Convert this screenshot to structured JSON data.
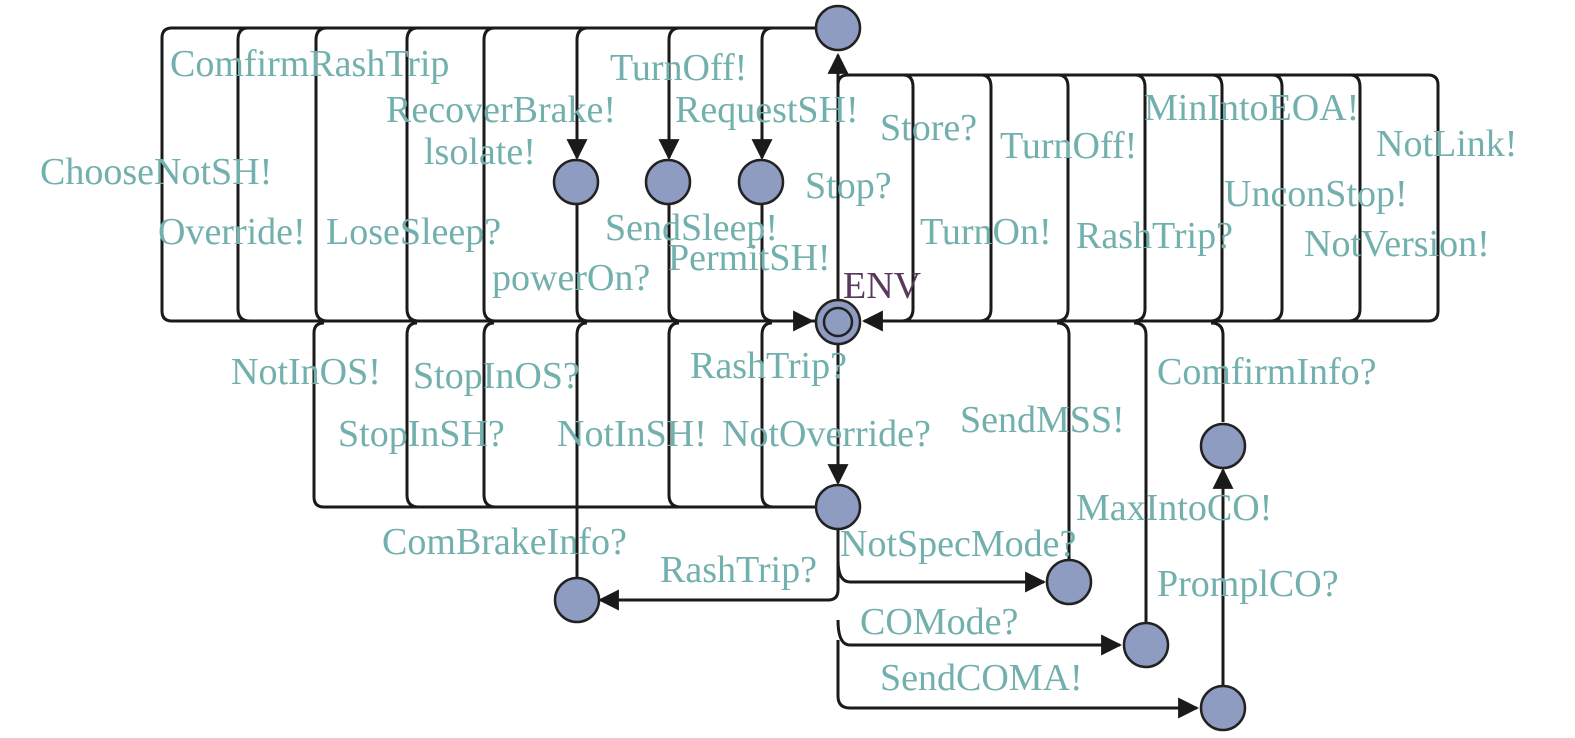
{
  "diagram": {
    "type": "timed-automaton",
    "initial_state_label": "ENV",
    "colors": {
      "label": "#72b0ad",
      "state_name": "#5a3a5c",
      "node_fill": "#8f9cc2",
      "edge": "#1a1a1a"
    },
    "top_self_loop_labels_left": [
      "ComfirmRashTrip",
      "ChooseNotSH!",
      "Override!",
      "LoseSleep?",
      "RecoverBrake!",
      "lsolate!",
      "powerOn?"
    ],
    "top_branch_labels": [
      "TurnOff!",
      "RequestSH!",
      "SendSleep!",
      "PermitSH!",
      "Stop?"
    ],
    "top_self_loop_labels_right": [
      "Store?",
      "TurnOff!",
      "TurnOn!",
      "MinIntoEOA!",
      "RashTrip?",
      "UnconStop!",
      "NotLink!",
      "NotVersion!"
    ],
    "bottom_self_loop_labels": [
      "NotInOS!",
      "StopInOS?",
      "StopInSH?",
      "NotInSH!",
      "RashTrip?",
      "NotOverride?"
    ],
    "lower_labels": [
      "ComBrakeInfo?",
      "RashTrip?",
      "SendMSS!",
      "NotSpecMode?",
      "COMode?",
      "SendCOMA!",
      "MaxIntoCO!",
      "PromplCO?",
      "ComfirmInfo?"
    ]
  }
}
